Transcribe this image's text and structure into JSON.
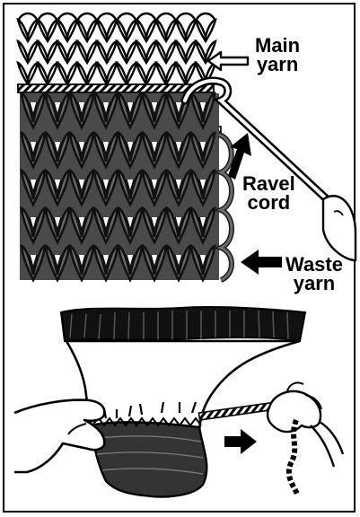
{
  "labels": {
    "main_yarn": [
      "Main",
      "yarn"
    ],
    "ravel_cord": [
      "Ravel",
      "cord"
    ],
    "waste_yarn": [
      "Waste",
      "yarn"
    ]
  },
  "colors": {
    "ink": "#000000",
    "waste_yarn_fill": "#6b6b6b",
    "waste_yarn_stroke": "#1a1a1a",
    "background": "#ffffff"
  },
  "icons": [
    "arrow-outline-icon",
    "arrow-solid-icon",
    "hand-icon",
    "crochet-hook-icon"
  ]
}
